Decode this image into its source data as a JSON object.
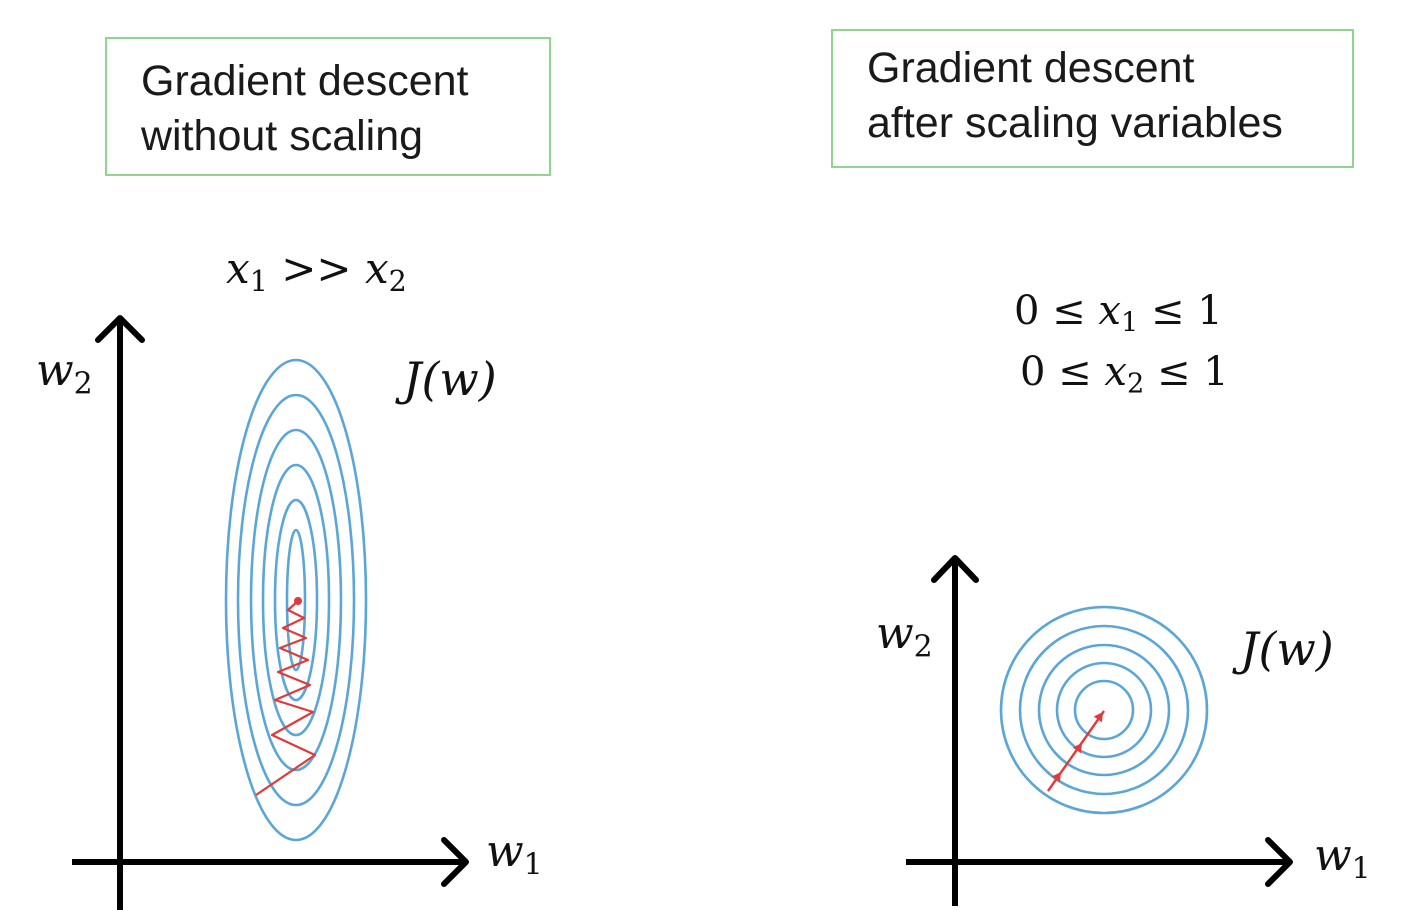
{
  "panels": {
    "left": {
      "title_lines": [
        "Gradient descent",
        "without scaling"
      ],
      "condition": {
        "var1": "x",
        "var1_sub": "1",
        "relation": ">>",
        "var2": "x",
        "var2_sub": "2"
      },
      "cost_label": "J(w)",
      "axis_y": {
        "var": "w",
        "sub": "2"
      },
      "axis_x": {
        "var": "w",
        "sub": "1"
      }
    },
    "right": {
      "title_lines": [
        "Gradient descent",
        "after scaling variables"
      ],
      "conditions": [
        {
          "low": "0",
          "op": "≤",
          "var": "x",
          "sub": "1",
          "high": "1"
        },
        {
          "low": "0",
          "op": "≤",
          "var": "x",
          "sub": "2",
          "high": "1"
        }
      ],
      "cost_label": "J(w)",
      "axis_y": {
        "var": "w",
        "sub": "2"
      },
      "axis_x": {
        "var": "w",
        "sub": "1"
      }
    }
  },
  "colors": {
    "contour": "#5aa6d6",
    "path": "#e03a3a",
    "axis": "#000000",
    "box_border": "#8fd48f"
  }
}
